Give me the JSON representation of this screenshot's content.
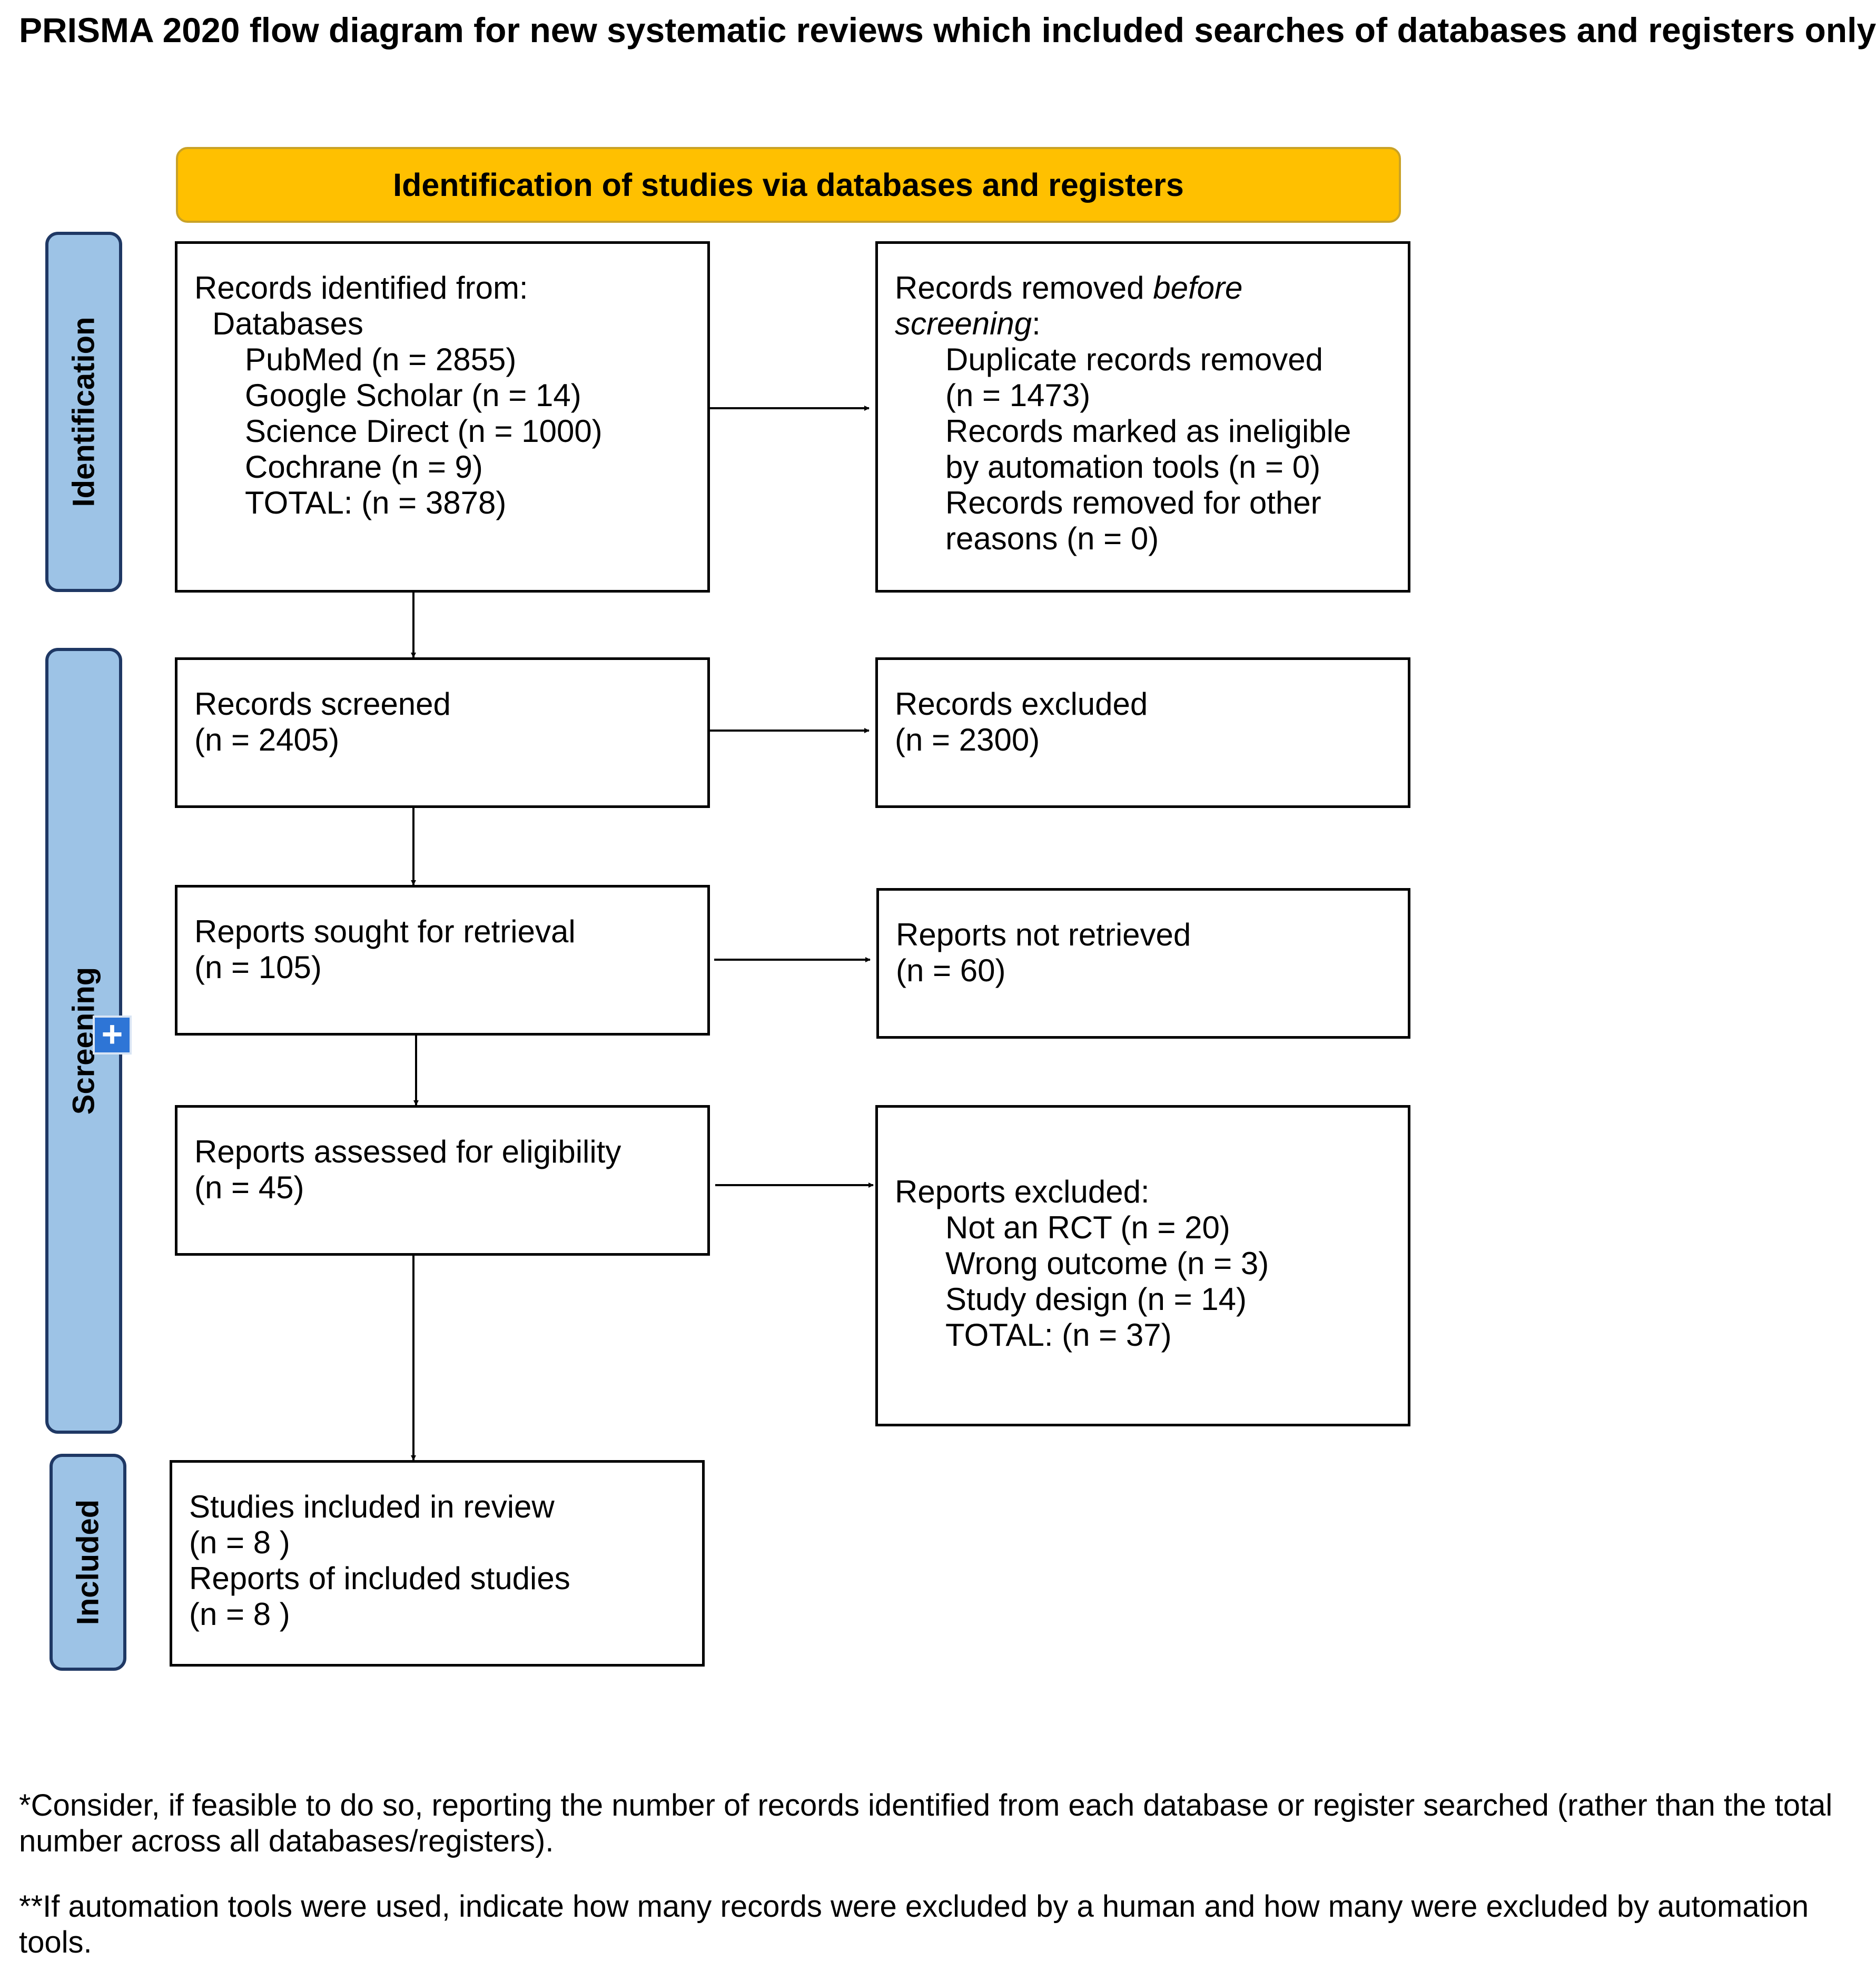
{
  "title": "PRISMA 2020 flow diagram for new systematic reviews which included searches of databases and registers only",
  "banner": "Identification of studies via databases and registers",
  "phases": {
    "identification": "Identification",
    "screening": "Screening",
    "included": "Included"
  },
  "boxes": {
    "identified": {
      "heading": "Records identified from:",
      "group": "Databases",
      "items": [
        "PubMed (n = 2855)",
        "Google Scholar (n = 14)",
        "Science Direct (n = 1000)",
        "Cochrane (n = 9)",
        "TOTAL: (n = 3878)"
      ]
    },
    "removed": {
      "heading_prefix": "Records removed ",
      "heading_italic_1": "before",
      "heading_italic_2": "screening",
      "heading_suffix": ":",
      "items": [
        "Duplicate records removed",
        "(n = 1473)",
        "Records marked as ineligible",
        "by automation tools (n = 0)",
        "Records removed for other",
        "reasons (n = 0)"
      ]
    },
    "screened": {
      "label": "Records screened",
      "count": "(n = 2405)"
    },
    "excluded": {
      "label": "Records excluded",
      "count": "(n = 2300)"
    },
    "sought": {
      "label": "Reports sought for retrieval",
      "count": "(n = 105)"
    },
    "not_retrieved": {
      "label": "Reports not retrieved",
      "count": "(n = 60)"
    },
    "assessed": {
      "label": "Reports assessed for eligibility",
      "count": "(n = 45)"
    },
    "reports_excluded": {
      "heading": "Reports excluded:",
      "items": [
        "Not an RCT  (n = 20)",
        "Wrong outcome (n = 3)",
        "Study design (n = 14)",
        "TOTAL: (n = 37)"
      ]
    },
    "included": {
      "studies_label": "Studies included in review",
      "studies_count": "(n = 8 )",
      "reports_label": "Reports of included studies",
      "reports_count": "(n = 8 )"
    }
  },
  "footnotes": [
    "*Consider, if feasible to do so, reporting the number of records identified from each database or register searched (rather than the total number across all databases/registers).",
    "**If automation tools were used, indicate how many records were excluded by a human and how many were excluded by automation tools."
  ],
  "colors": {
    "banner": "#FFC000",
    "phase_fill": "#9DC3E6",
    "phase_border": "#1F3864",
    "plus_button": "#2E75D6"
  }
}
